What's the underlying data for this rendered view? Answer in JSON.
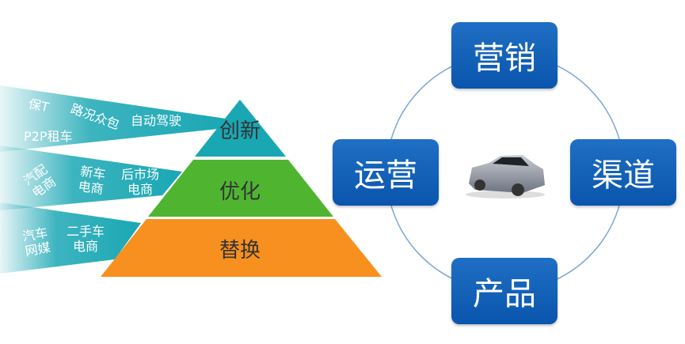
{
  "pyramid": {
    "tiers": [
      {
        "label": "创新",
        "color": "#1aa7b4"
      },
      {
        "label": "优化",
        "color": "#4fb531"
      },
      {
        "label": "替换",
        "color": "#f7901e"
      }
    ]
  },
  "beams": {
    "color": "#1aa7b4",
    "innovation": [
      "保T",
      "路况众包",
      "自动驾驶",
      "P2P租车"
    ],
    "optimization": [
      "汽配\n电商",
      "新车\n电商",
      "后市场\n电商"
    ],
    "replacement": [
      "汽车\n网媒",
      "二手车\n电商"
    ]
  },
  "cycle": {
    "accent": "#0a55ad",
    "top": "营销",
    "left": "运营",
    "right": "渠道",
    "bottom": "产品",
    "center_icon": "car-image"
  }
}
